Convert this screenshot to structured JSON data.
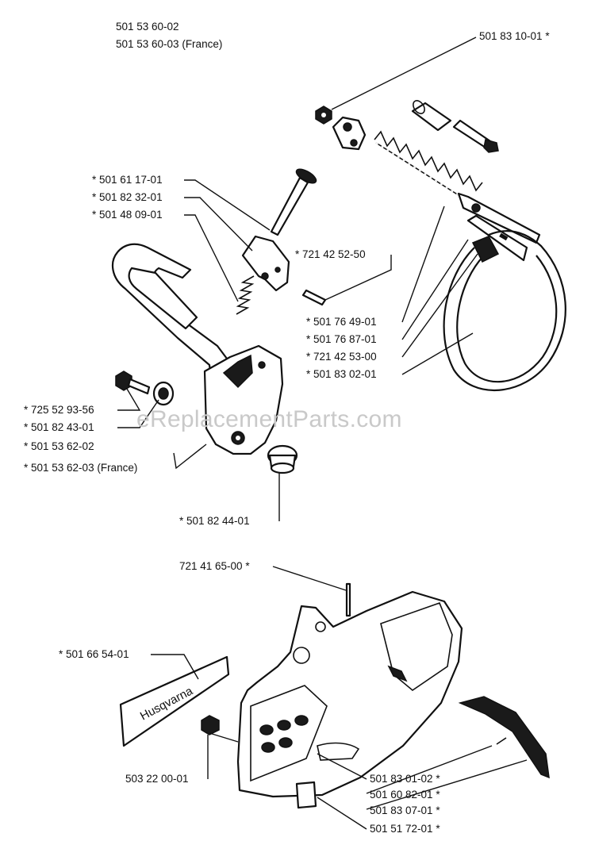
{
  "header": {
    "line1": "501 53 60-02",
    "line2": "501 53 60-03 (France)"
  },
  "callouts": {
    "c_5018310": "501 83 10-01  *",
    "c_5016117": "*  501 61 17-01",
    "c_5018232": "*  501 82 32-01",
    "c_5014809": "*  501 48 09-01",
    "c_7214252": "*  721 42 52-50",
    "c_5017649": "*  501 76 49-01",
    "c_5017687": "*  501 76 87-01",
    "c_7214253": "*  721 42 53-00",
    "c_5018302": "*  501 83 02-01",
    "c_7255293": "*  725 52 93-56",
    "c_5018243": "*  501 82 43-01",
    "c_5015362a": "*  501 53 62-02",
    "c_5015362b": "*  501 53 62-03 (France)",
    "c_5018244": "*  501 82 44-01",
    "c_7214165": "721 41 65-00  *",
    "c_5016654": "*  501 66 54-01",
    "c_5032200": "503 22 00-01",
    "c_5018301": "501 83 01-02  *",
    "c_5016082": "501 60 82-01  *",
    "c_5018307": "501 83 07-01  *",
    "c_5015172": "501 51 72-01  *"
  },
  "decal_text": "Husqvarna",
  "watermark": "eReplacementParts.com"
}
